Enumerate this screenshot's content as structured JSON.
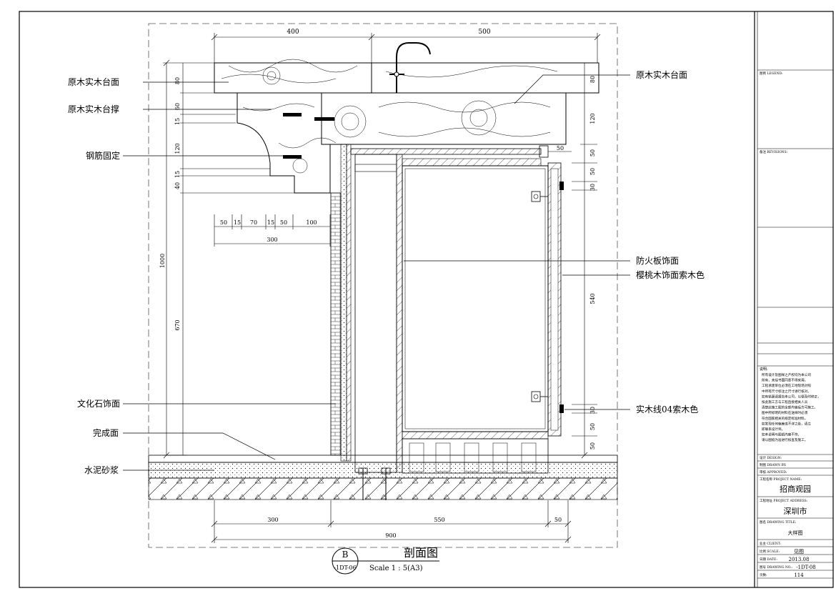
{
  "callouts_left": {
    "countertop": "原木实木台面",
    "brace": "原木实木台撑",
    "rebar": "钢筋固定",
    "culture_stone": "文化石饰面",
    "finish_floor": "完成面",
    "mortar": "水泥砂浆"
  },
  "callouts_right": {
    "countertop": "原木实木台面",
    "fireproof": "防火板饰面",
    "cherry": "樱桃木饰面索木色",
    "wood_line": "实木线04索木色"
  },
  "dims_top": {
    "left": "400",
    "right": "500"
  },
  "dims_left_vertical": {
    "d80": "80",
    "d60": "60",
    "d15a": "15",
    "d120": "120",
    "d15b": "15",
    "d40": "40",
    "d1000": "1000",
    "d670": "670"
  },
  "dims_brace": {
    "a": "50",
    "b": "15",
    "c": "70",
    "d": "15",
    "e": "50",
    "f": "100",
    "total": "300"
  },
  "dims_right_vertical": {
    "r80": "80",
    "r120": "120",
    "r50a": "50",
    "r50b": "50",
    "r30a": "30",
    "r540": "540",
    "r30b": "30",
    "r50c": "50",
    "r50d": "50"
  },
  "dims_side": {
    "s50": "50"
  },
  "dims_bottom": {
    "a": "300",
    "b": "550",
    "c": "50",
    "total": "900"
  },
  "section_mark": {
    "letter": "B",
    "ref": "-1DT-06",
    "title": "剖面图",
    "scale": "Scale 1 : 5(A3)"
  },
  "title_block": {
    "legend_label": "图例 LEGEND:",
    "revision_label": "备注 REVISIONS:",
    "notes_title": "说明:",
    "notes": [
      "所有设计及图样之产权均为本公司",
      "所有，未经书面同意不得采用。",
      "工程承建单位必须在工地现场对照",
      "中所有尺寸标注之尺寸进行核对。",
      "如有错漏请报告本公司，以便及时修正，",
      "按此施工方与工程直接相关人员",
      "清楚此施工图的全部内容后方可施工。",
      "图中所标明的材料在送样时必须",
      "符合国家相关的规定标准材料。",
      "如发现任何偏差或不详之处，请立",
      "即联系设计师。",
      "如本说明与图纸内容不符，",
      "请以图纸为准进行核查及施工。"
    ],
    "design_label": "设计 DESIGN:",
    "drawn_label": "制图 DRAWN BY:",
    "approved_label": "审核 APPROVED:",
    "project_name_label": "工程名称 PROJECT NAME:",
    "project_name": "招商观园",
    "project_address_label": "工程地址 PROJECT ADDRESS:",
    "project_address": "深圳市",
    "drawing_title_label": "图名 DRAWING TITLE:",
    "drawing_title": "大样图",
    "client_label": "业主 CLIENT:",
    "scale_label": "比例 SCALE:",
    "scale_value": "见图",
    "date_label": "日期 DATE:",
    "date_value": "2013.08",
    "drawing_no_label": "图号 DRAWING NO.:",
    "drawing_no_value": "-1DT-08",
    "page_label": "页数:",
    "page_value": "114"
  }
}
